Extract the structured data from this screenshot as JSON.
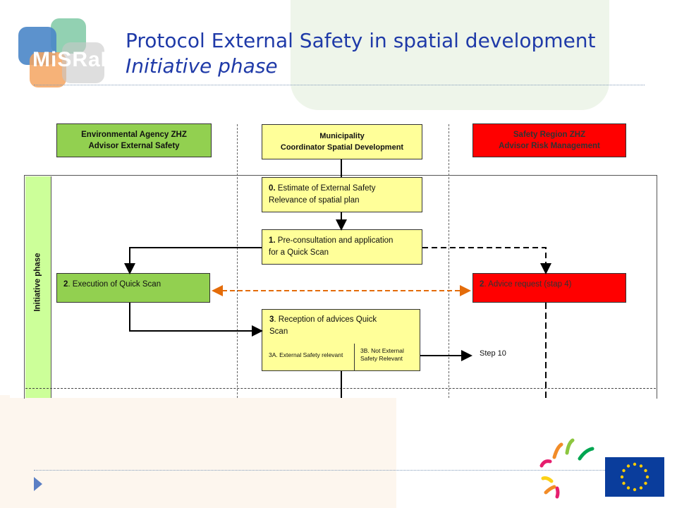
{
  "header": {
    "logo_text": "MiSRaR",
    "title_line1": "Protocol External Safety in spatial development",
    "title_line2": "Initiative phase"
  },
  "diagram": {
    "actors": {
      "environmental": {
        "line1": "Environmental Agency ZHZ",
        "line2": "Advisor External  Safety",
        "color": "#92d050"
      },
      "municipality": {
        "line1": "Municipality",
        "line2": "Coordinator Spatial Development",
        "color": "#ffff99"
      },
      "safety_region": {
        "line1": "Safety Region ZHZ",
        "line2": "Advisor Risk Management",
        "color": "#ff0000"
      }
    },
    "phase_label": "Initiative phase",
    "steps": {
      "s0": {
        "num": "0.",
        "text": " Estimate of External Safety\nRelevance of spatial plan"
      },
      "s1": {
        "num": "1.",
        "text": " Pre-consultation and application\nfor a Quick Scan"
      },
      "s2a": {
        "num": "2",
        "text": ". Execution of Quick Scan"
      },
      "s2b": {
        "num": "2",
        "text": ". Advice request (stap 4)"
      },
      "s3": {
        "num": "3",
        "text": ". Reception of advices Quick\nScan"
      },
      "s3a": "3A. External Safety relevant",
      "s3b": "3B. Not External\nSafety Relevant",
      "step10": "Step 10"
    }
  }
}
